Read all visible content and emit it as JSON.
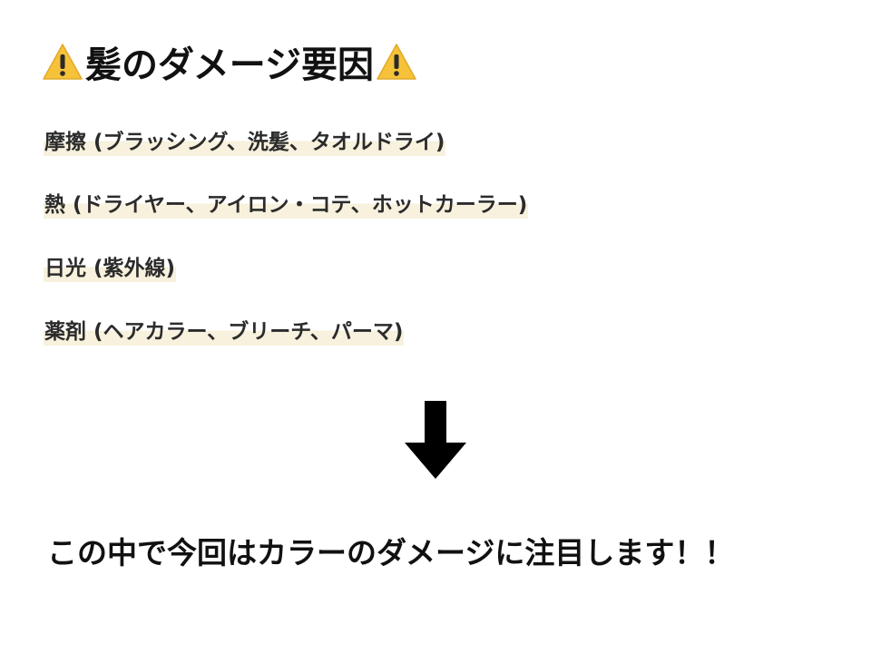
{
  "slide": {
    "title": "髪のダメージ要因",
    "items": [
      "摩擦 (ブラッシング、洗髪、タオルドライ)",
      "熱 (ドライヤー、アイロン・コテ、ホットカーラー)",
      "日光 (紫外線)",
      "薬剤 (ヘアカラー、ブリーチ、パーマ)"
    ],
    "conclusion": "この中で今回はカラーのダメージに注目します！！"
  },
  "icons": {
    "title_left": "warning-icon",
    "title_right": "warning-icon",
    "divider": "down-arrow-icon"
  },
  "colors": {
    "warning_yellow": "#f5c23a",
    "highlight": "#f7f1dd",
    "text": "#111111",
    "arrow": "#000000"
  }
}
